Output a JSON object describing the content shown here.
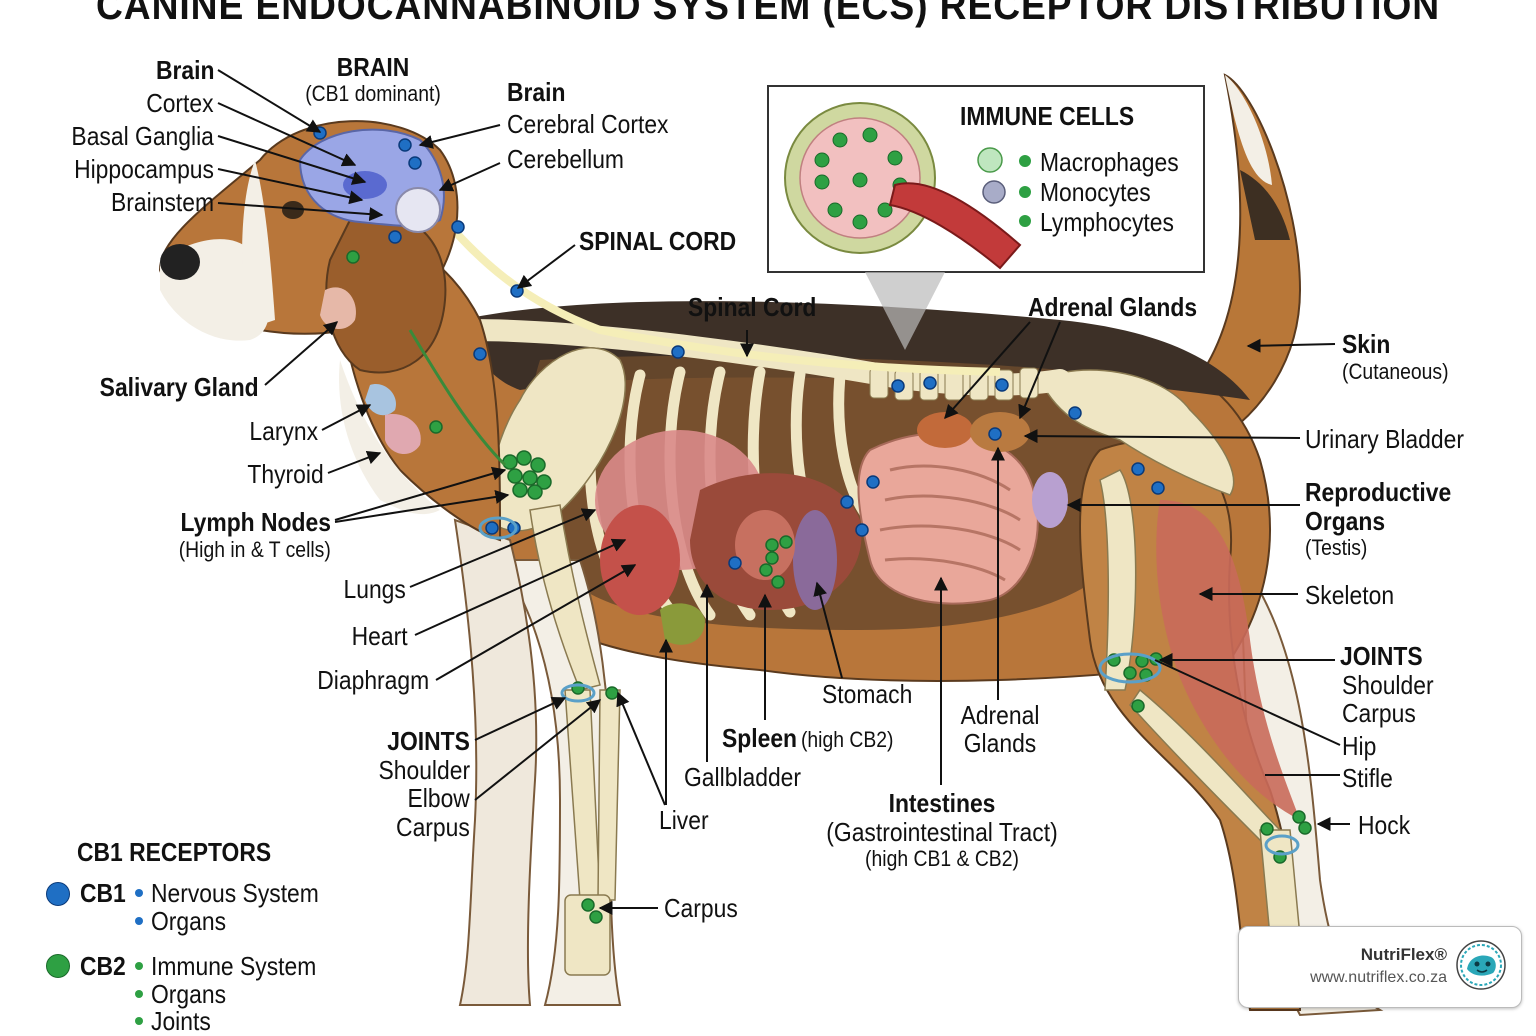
{
  "title": "CANINE ENDOCANNABINOID SYSTEM (ECS) RECEPTOR DISTRIBUTION",
  "brain_section": {
    "heading": "BRAIN",
    "subheading": "(CB1 dominant)",
    "left_labels": [
      "Brain",
      "Cortex",
      "Basal Ganglia",
      "Hippocampus",
      "Brainstem"
    ],
    "right_labels": [
      "Brain",
      "Cerebral Cortex",
      "Cerebellum"
    ]
  },
  "spinal_cord_heading": "SPINAL CORD",
  "spinal_cord_label": "Spinal Cord",
  "immune_box": {
    "heading": "IMMUNE CELLS",
    "items": [
      "Macrophages",
      "Monocytes",
      "Lymphocytes"
    ]
  },
  "adrenal_glands_top": "Adrenal Glands",
  "skin": {
    "label": "Skin",
    "sub": "(Cutaneous)"
  },
  "urinary_bladder": "Urinary Bladder",
  "reproductive": {
    "line1": "Reproductive",
    "line2": "Organs",
    "sub": "(Testis)"
  },
  "skeleton": "Skeleton",
  "joints_right": {
    "heading": "JOINTS",
    "items": [
      "Shoulder",
      "Carpus",
      "Hip",
      "Stifle",
      "Hock"
    ]
  },
  "salivary_gland": "Salivary Gland",
  "larynx": "Larynx",
  "thyroid": "Thyroid",
  "lymph_nodes": {
    "label": "Lymph Nodes",
    "sub": "(High in & T cells)"
  },
  "lungs": "Lungs",
  "heart": "Heart",
  "diaphragm": "Diaphragm",
  "joints_left": {
    "heading": "JOINTS",
    "items": [
      "Shoulder",
      "Elbow",
      "Carpus"
    ]
  },
  "stomach": "Stomach",
  "spleen": {
    "label": "Spleen",
    "sub": "(high CB2)"
  },
  "gallbladder": "Gallbladder",
  "liver": "Liver",
  "adrenal_glands_bottom": {
    "line1": "Adrenal",
    "line2": "Glands"
  },
  "intestines": {
    "label": "Intestines",
    "sub1": "(Gastrointestinal Tract)",
    "sub2": "(high CB1 & CB2)"
  },
  "carpus_bottom": "Carpus",
  "legend": {
    "heading": "CB1 RECEPTORS",
    "cb1": {
      "tag": "CB1",
      "items": [
        "Nervous System",
        "Organs"
      ],
      "color": "#1f6fc4"
    },
    "cb2": {
      "tag": "CB2",
      "items": [
        "Immune System",
        "Organs",
        "Joints"
      ],
      "color": "#2ea043"
    }
  },
  "brand": {
    "name": "NutriFlex®",
    "url": "www.nutriflex.co.za"
  },
  "colors": {
    "cb1": "#1f6fc4",
    "cb2": "#2ea043",
    "bone": "#efe6c4",
    "fur_tan": "#b8753a",
    "fur_dark": "#4a3a2c"
  }
}
